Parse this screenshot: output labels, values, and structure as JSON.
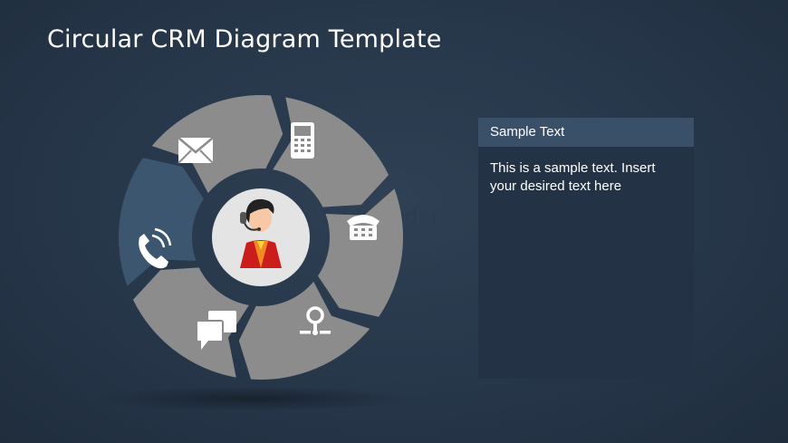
{
  "title": "Circular CRM Diagram Template",
  "panel": {
    "header": "Sample Text",
    "body": "This is a sample text. Insert your desired text here"
  },
  "watermark": "SlideModel",
  "colors": {
    "background": "#27374a",
    "segment": "#8c8c8c",
    "segment_active": "#3c5670",
    "center_circle": "#e4e4e4",
    "panel_header": "#3a5069",
    "panel_body": "#243245"
  },
  "segments": [
    {
      "icon": "envelope-icon",
      "active": false
    },
    {
      "icon": "mobile-phone-icon",
      "active": false
    },
    {
      "icon": "desk-telephone-icon",
      "active": false
    },
    {
      "icon": "location-pin-icon",
      "active": false
    },
    {
      "icon": "chat-bubbles-icon",
      "active": false
    },
    {
      "icon": "phone-call-icon",
      "active": true
    }
  ],
  "center_icon": "customer-service-agent-icon"
}
